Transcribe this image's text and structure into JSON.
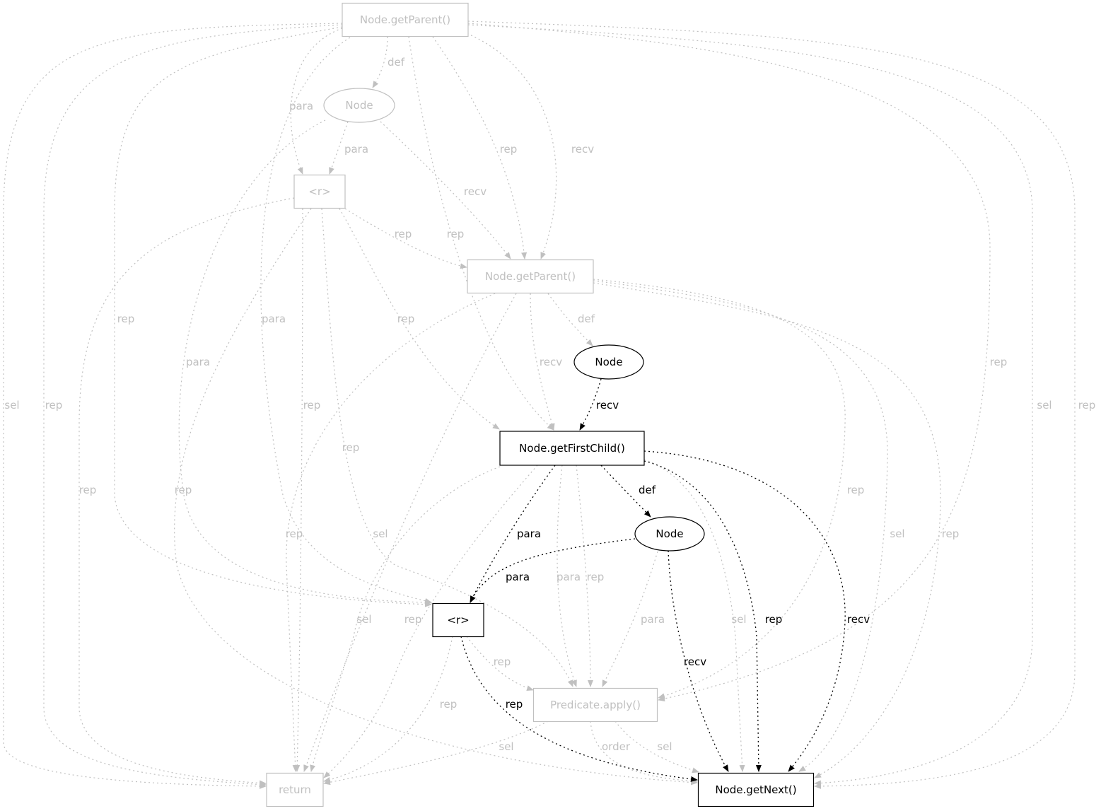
{
  "colors": {
    "active": "#000000",
    "inactive": "#c0c0c0"
  },
  "nodes": [
    {
      "id": "n1",
      "label": "Node.getParent()",
      "shape": "box",
      "active": false
    },
    {
      "id": "n2",
      "label": "Node",
      "shape": "ellipse",
      "active": false
    },
    {
      "id": "n3",
      "label": "<r>",
      "shape": "box",
      "active": false
    },
    {
      "id": "n4",
      "label": "Node.getParent()",
      "shape": "box",
      "active": false
    },
    {
      "id": "n5",
      "label": "Node",
      "shape": "ellipse",
      "active": true
    },
    {
      "id": "n6",
      "label": "Node.getFirstChild()",
      "shape": "box",
      "active": true
    },
    {
      "id": "n7",
      "label": "Node",
      "shape": "ellipse",
      "active": true
    },
    {
      "id": "n8",
      "label": "<r>",
      "shape": "box",
      "active": true
    },
    {
      "id": "n9",
      "label": "Predicate.apply()",
      "shape": "box",
      "active": false
    },
    {
      "id": "n10",
      "label": "return",
      "shape": "box",
      "active": false
    },
    {
      "id": "n11",
      "label": "Node.getNext()",
      "shape": "box",
      "active": true
    }
  ],
  "edges": [
    {
      "from": "n1",
      "to": "n2",
      "label": "def",
      "active": false
    },
    {
      "from": "n1",
      "to": "n3",
      "label": "para",
      "active": false
    },
    {
      "from": "n2",
      "to": "n3",
      "label": "para",
      "active": false
    },
    {
      "from": "n1",
      "to": "n4",
      "label": "rep",
      "active": false
    },
    {
      "from": "n1",
      "to": "n4",
      "label": "recv",
      "active": false
    },
    {
      "from": "n2",
      "to": "n4",
      "label": "recv",
      "active": false
    },
    {
      "from": "n3",
      "to": "n4",
      "label": "rep",
      "active": false
    },
    {
      "from": "n1",
      "to": "n6",
      "label": "rep",
      "active": false
    },
    {
      "from": "n4",
      "to": "n5",
      "label": "def",
      "active": false
    },
    {
      "from": "n4",
      "to": "n6",
      "label": "recv",
      "active": false
    },
    {
      "from": "n3",
      "to": "n6",
      "label": "rep",
      "active": false
    },
    {
      "from": "n1",
      "to": "n8",
      "label": "para",
      "active": false
    },
    {
      "from": "n2",
      "to": "n8",
      "label": "para",
      "active": false
    },
    {
      "from": "n1",
      "to": "n10",
      "label": "sel",
      "active": false
    },
    {
      "from": "n1",
      "to": "n10",
      "label": "rep",
      "active": false
    },
    {
      "from": "n1",
      "to": "n8",
      "label": "rep",
      "active": false
    },
    {
      "from": "n3",
      "to": "n10",
      "label": "rep",
      "active": false
    },
    {
      "from": "n3",
      "to": "n10",
      "label": "rep",
      "active": false
    },
    {
      "from": "n3",
      "to": "n9",
      "label": "rep",
      "active": false
    },
    {
      "from": "n3",
      "to": "n11",
      "label": "rep",
      "active": false
    },
    {
      "from": "n4",
      "to": "n10",
      "label": "rep",
      "active": false
    },
    {
      "from": "n4",
      "to": "n10",
      "label": "sel",
      "active": false
    },
    {
      "from": "n6",
      "to": "n9",
      "label": "para",
      "active": false
    },
    {
      "from": "n6",
      "to": "n9",
      "label": "rep",
      "active": false
    },
    {
      "from": "n6",
      "to": "n10",
      "label": "sel",
      "active": false
    },
    {
      "from": "n6",
      "to": "n10",
      "label": "rep",
      "active": false
    },
    {
      "from": "n7",
      "to": "n9",
      "label": "para",
      "active": false
    },
    {
      "from": "n6",
      "to": "n11",
      "label": "sel",
      "active": false
    },
    {
      "from": "n4",
      "to": "n9",
      "label": "rep",
      "active": false
    },
    {
      "from": "n4",
      "to": "n11",
      "label": "sel",
      "active": false
    },
    {
      "from": "n4",
      "to": "n11",
      "label": "rep",
      "active": false
    },
    {
      "from": "n1",
      "to": "n9",
      "label": "rep",
      "active": false
    },
    {
      "from": "n1",
      "to": "n11",
      "label": "sel",
      "active": false
    },
    {
      "from": "n1",
      "to": "n11",
      "label": "rep",
      "active": false
    },
    {
      "from": "n8",
      "to": "n9",
      "label": "rep",
      "active": false
    },
    {
      "from": "n8",
      "to": "n10",
      "label": "rep",
      "active": false
    },
    {
      "from": "n9",
      "to": "n10",
      "label": "sel",
      "active": false
    },
    {
      "from": "n9",
      "to": "n11",
      "label": "order",
      "active": false
    },
    {
      "from": "n9",
      "to": "n11",
      "label": "sel",
      "active": false
    },
    {
      "from": "n5",
      "to": "n6",
      "label": "recv",
      "active": true
    },
    {
      "from": "n6",
      "to": "n7",
      "label": "def",
      "active": true
    },
    {
      "from": "n6",
      "to": "n8",
      "label": "para",
      "active": true
    },
    {
      "from": "n7",
      "to": "n8",
      "label": "para",
      "active": true
    },
    {
      "from": "n6",
      "to": "n11",
      "label": "rep",
      "active": true
    },
    {
      "from": "n6",
      "to": "n11",
      "label": "recv",
      "active": true
    },
    {
      "from": "n7",
      "to": "n11",
      "label": "recv",
      "active": true
    },
    {
      "from": "n8",
      "to": "n11",
      "label": "rep",
      "active": true
    }
  ]
}
